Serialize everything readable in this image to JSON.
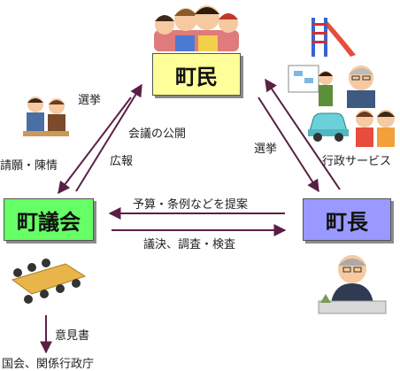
{
  "nodes": {
    "citizens": "町民",
    "assembly": "町議会",
    "mayor": "町長"
  },
  "edges": {
    "assembly_to_citizens_election": "選挙",
    "assembly_petition": "請願・陳情",
    "citizens_open_meetings": "会議の公開",
    "citizens_public_relations": "広報",
    "citizens_to_mayor_election": "選挙",
    "mayor_admin_services": "行政サービス",
    "mayor_to_assembly_proposal": "予算・条例などを提案",
    "assembly_to_mayor_decision": "議決、調査・検査",
    "assembly_opinion": "意見書",
    "opinion_target": "国会、関係行政庁"
  },
  "colors": {
    "citizens_box": "#ffff99",
    "assembly_box": "#66ff66",
    "mayor_box": "#9999ff",
    "arrow": "#5a1f45"
  },
  "illustrations": [
    "family-illustration",
    "playground-slide-illustration",
    "teacher-illustration",
    "car-illustration",
    "children-illustration",
    "petition-meeting-illustration",
    "conference-table-illustration",
    "mayor-illustration"
  ]
}
